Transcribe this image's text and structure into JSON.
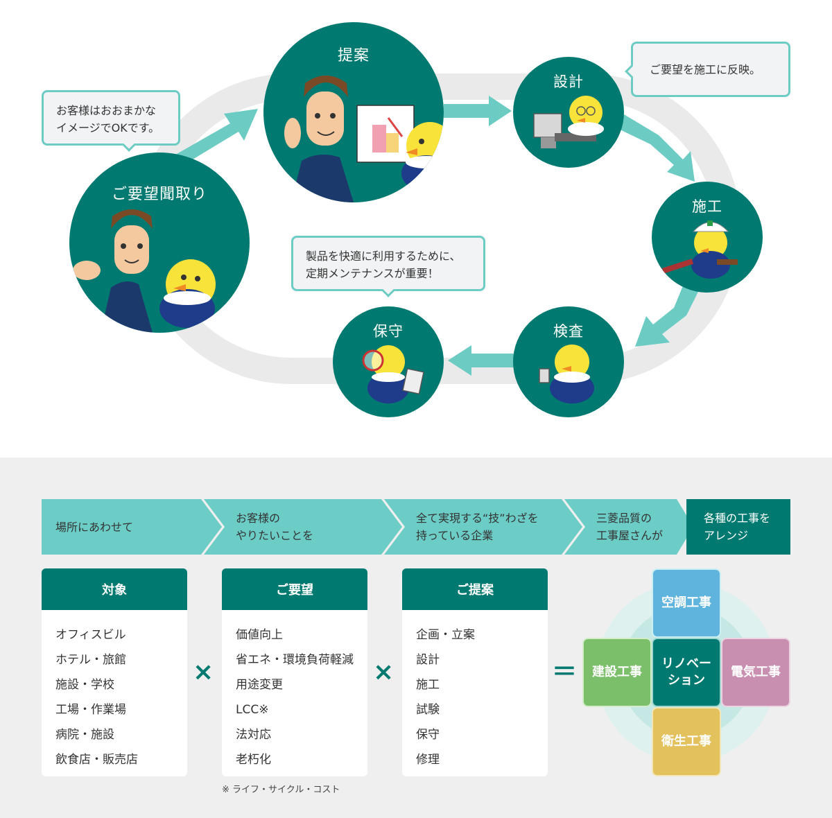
{
  "cycle": {
    "steps": [
      {
        "label": "ご要望聞取り"
      },
      {
        "label": "提案"
      },
      {
        "label": "設計"
      },
      {
        "label": "施工"
      },
      {
        "label": "検査"
      },
      {
        "label": "保守"
      }
    ],
    "bubbles": {
      "hearing": [
        "お客様はおおまかな",
        "イメージでOKです。"
      ],
      "design": "ご要望を施工に反映。",
      "maintenance": [
        "製品を快適に利用するために、",
        "定期メンテナンスが重要！"
      ]
    }
  },
  "flow": [
    {
      "text": [
        "場所にあわせて"
      ]
    },
    {
      "text": [
        "お客様の",
        "やりたいことを"
      ]
    },
    {
      "text": [
        "全て実現する“技”わざを",
        "持っている企業"
      ]
    },
    {
      "text": [
        "三菱品質の",
        "工事屋さんが"
      ]
    },
    {
      "text": [
        "各種の工事を",
        "アレンジ"
      ]
    }
  ],
  "cards": [
    {
      "title": "対象",
      "items": [
        "オフィスビル",
        "ホテル・旅館",
        "施設・学校",
        "工場・作業場",
        "病院・施設",
        "飲食店・販売店"
      ]
    },
    {
      "title": "ご要望",
      "items": [
        "価値向上",
        "省エネ・環境負荷軽減",
        "用途変更",
        "LCC※",
        "法対応",
        "老朽化"
      ]
    },
    {
      "title": "ご提案",
      "items": [
        "企画・立案",
        "設計",
        "施工",
        "試験",
        "保守",
        "修理"
      ]
    }
  ],
  "operators": {
    "times": "×",
    "equals": "＝"
  },
  "footnote": "※ ライフ・サイクル・コスト",
  "works": {
    "top": "空調工事",
    "left": "建設工事",
    "center": [
      "リノベー",
      "ション"
    ],
    "right": "電気工事",
    "bottom": "衛生工事"
  },
  "colors": {
    "primary": "#007a70",
    "accent": "#6cccc4",
    "chevron": "#6ccdc6",
    "air": "#5eb4dd",
    "build": "#7bbf6a",
    "electric": "#c98fb0",
    "sanitary": "#e3c15c"
  }
}
